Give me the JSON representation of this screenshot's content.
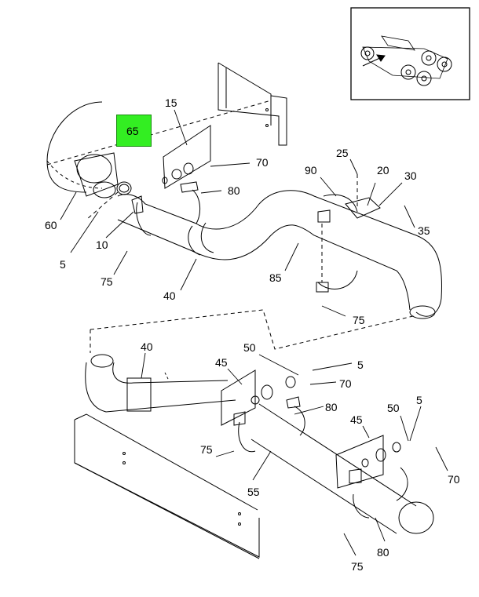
{
  "highlight": {
    "part": "65",
    "color": "#33ee22"
  },
  "callouts": {
    "c15": "15",
    "c60": "60",
    "c5a": "5",
    "c10": "10",
    "c75a": "75",
    "c40a": "40",
    "c70a": "70",
    "c80a": "80",
    "c90": "90",
    "c25": "25",
    "c20": "20",
    "c30": "30",
    "c35": "35",
    "c85": "85",
    "c75b": "75",
    "c40b": "40",
    "c45a": "45",
    "c50a": "50",
    "c5b": "5",
    "c70b": "70",
    "c80b": "80",
    "c75c": "75",
    "c55": "55",
    "c45b": "45",
    "c50b": "50",
    "c5c": "5",
    "c70c": "70",
    "c80c": "80",
    "c75d": "75"
  }
}
